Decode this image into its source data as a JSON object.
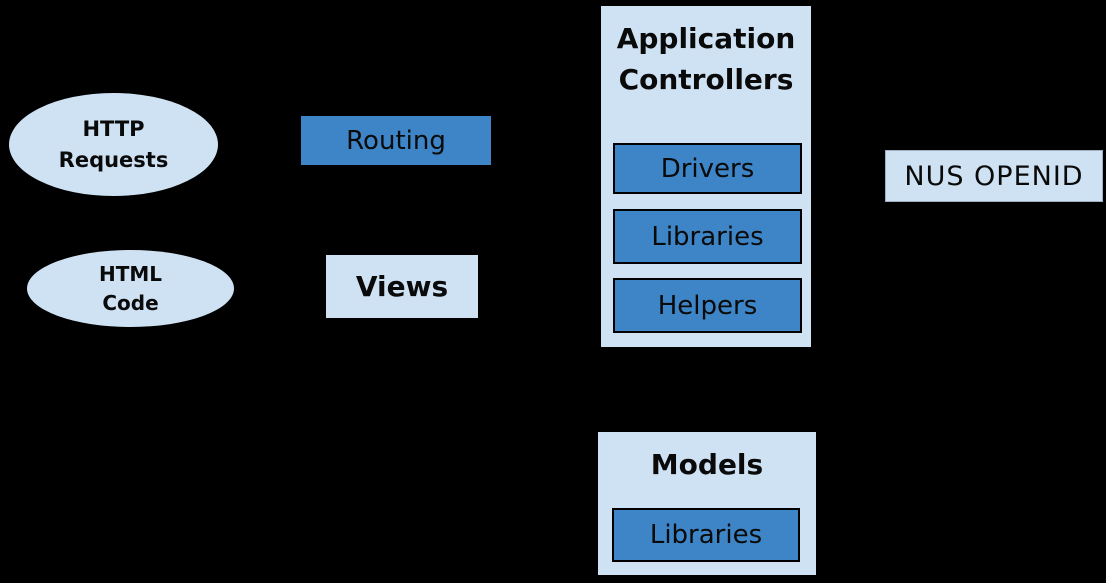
{
  "diagram": {
    "background": "#000000",
    "colors": {
      "light_blue": "#cfe2f3",
      "dark_blue": "#3d85c6",
      "border": "#000000",
      "text": "#0a0a0a"
    },
    "nodes": {
      "http_requests": {
        "line1": "HTTP",
        "line2": "Requests"
      },
      "html_code": {
        "line1": "HTML",
        "line2": "Code"
      },
      "routing": {
        "label": "Routing"
      },
      "views": {
        "label": "Views"
      },
      "application_controllers": {
        "title_line1": "Application",
        "title_line2": "Controllers",
        "children": [
          "Drivers",
          "Libraries",
          "Helpers"
        ]
      },
      "nus_openid": {
        "label": "NUS OPENID"
      },
      "models": {
        "title": "Models",
        "children": [
          "Libraries"
        ]
      }
    }
  }
}
